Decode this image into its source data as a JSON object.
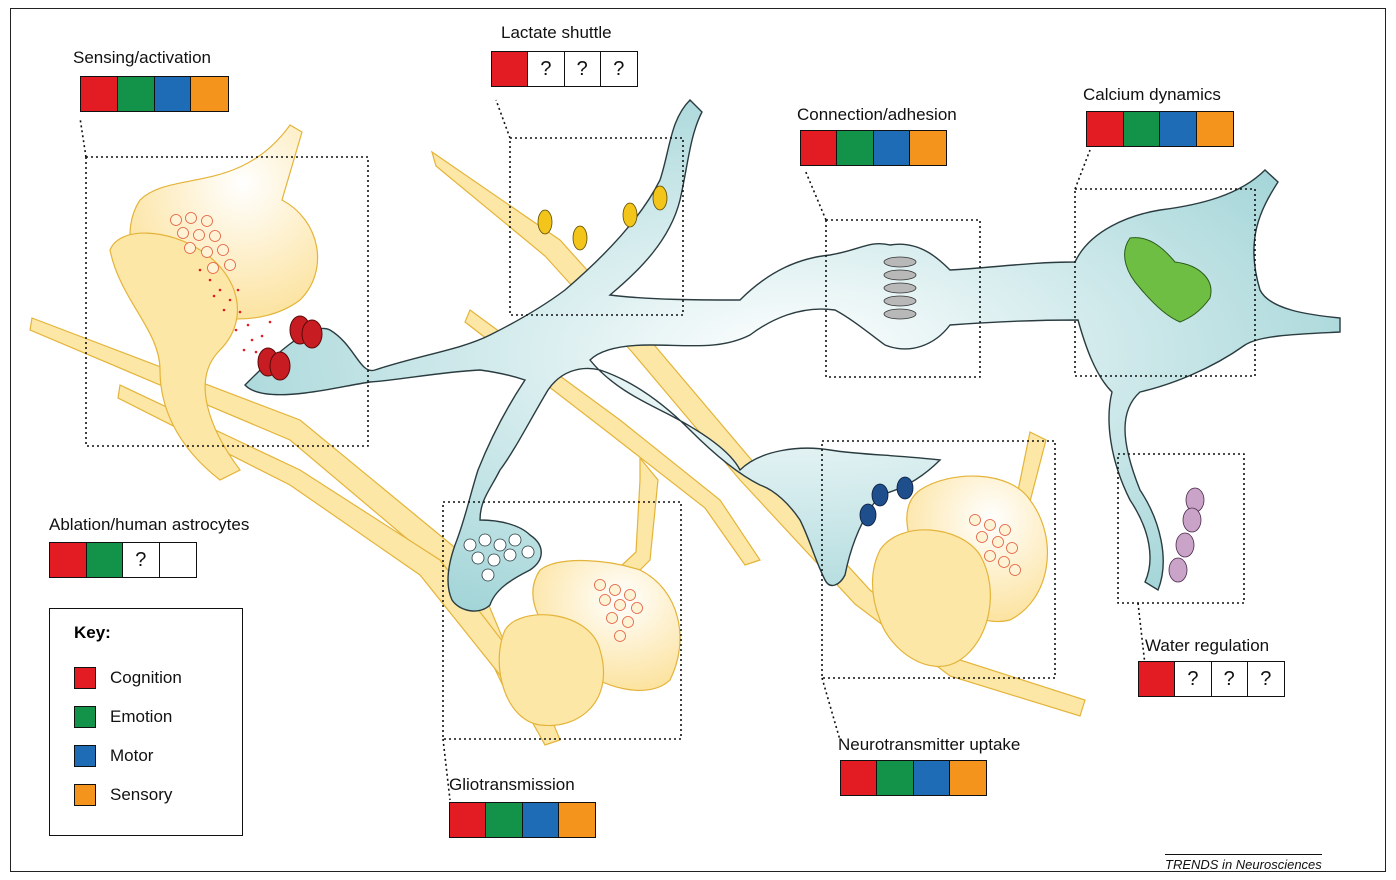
{
  "colors": {
    "cognition": "#e31c23",
    "emotion": "#13934a",
    "motor": "#1e6cb6",
    "sensory": "#f5941d",
    "neuron": "#fce7a6",
    "neuron_stroke": "#e4b43a",
    "astrocyte": "#9fd3d6",
    "astrocyte_stroke": "#2a3c40"
  },
  "labels": {
    "sensing": {
      "title": "Sensing/activation",
      "cells": [
        "cognition",
        "emotion",
        "motor",
        "sensory"
      ]
    },
    "lactate": {
      "title": "Lactate shuttle",
      "cells": [
        "cognition",
        "?",
        "?",
        "?"
      ]
    },
    "connection": {
      "title": "Connection/adhesion",
      "cells": [
        "cognition",
        "emotion",
        "motor",
        "sensory"
      ]
    },
    "calcium": {
      "title": "Calcium dynamics",
      "cells": [
        "cognition",
        "emotion",
        "motor",
        "sensory"
      ]
    },
    "ablation": {
      "title": "Ablation/human astrocytes",
      "cells": [
        "cognition",
        "emotion",
        "?",
        ""
      ]
    },
    "water": {
      "title": "Water regulation",
      "cells": [
        "cognition",
        "?",
        "?",
        "?"
      ]
    },
    "neurotransmitter": {
      "title": "Neurotransmitter uptake",
      "cells": [
        "cognition",
        "emotion",
        "motor",
        "sensory"
      ]
    },
    "glio": {
      "title": "Gliotransmission",
      "cells": [
        "cognition",
        "emotion",
        "motor",
        "sensory"
      ]
    }
  },
  "key": {
    "title": "Key:",
    "items": [
      {
        "label": "Cognition",
        "color": "cognition"
      },
      {
        "label": "Emotion",
        "color": "emotion"
      },
      {
        "label": "Motor",
        "color": "motor"
      },
      {
        "label": "Sensory",
        "color": "sensory"
      }
    ]
  },
  "footer": "TRENDS in Neurosciences"
}
